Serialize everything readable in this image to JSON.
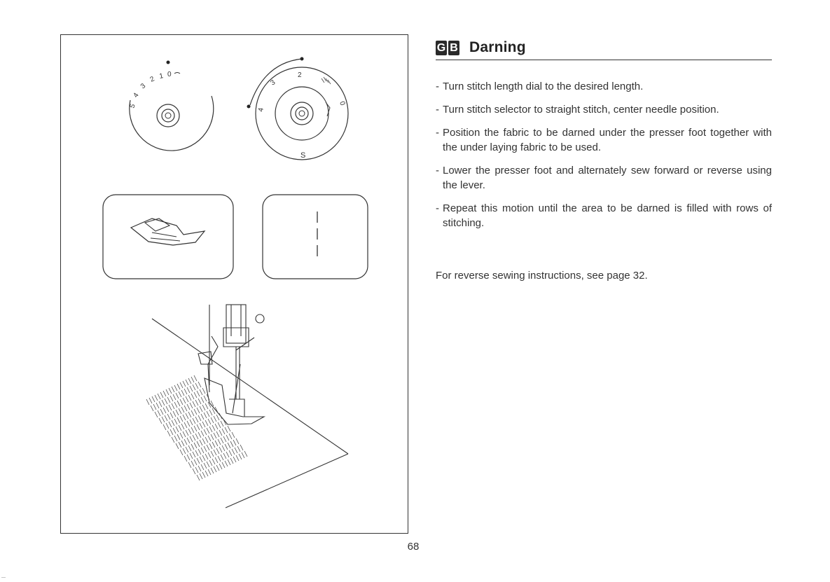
{
  "header": {
    "lang_badge": [
      "G",
      "B"
    ],
    "title": "Darning"
  },
  "figure": {
    "length_dial_numbers": [
      "5",
      "4",
      "3",
      "2",
      "1",
      "0"
    ],
    "selector_dial_numbers": [
      "2",
      "3",
      "4",
      "0"
    ],
    "selector_dial_s": "S"
  },
  "instructions": [
    "Turn stitch length dial to the desired length.",
    "Turn stitch selector to straight stitch, center needle position.",
    "Position the fabric to be darned under the presser foot together with the under laying fabric to be used.",
    "Lower the presser foot and alternately sew forward or reverse using the lever.",
    "Repeat this motion until the area to be darned is filled with rows of stitching."
  ],
  "note": "For reverse sewing instructions, see page 32.",
  "page_number": "68",
  "corner_mark": "---"
}
